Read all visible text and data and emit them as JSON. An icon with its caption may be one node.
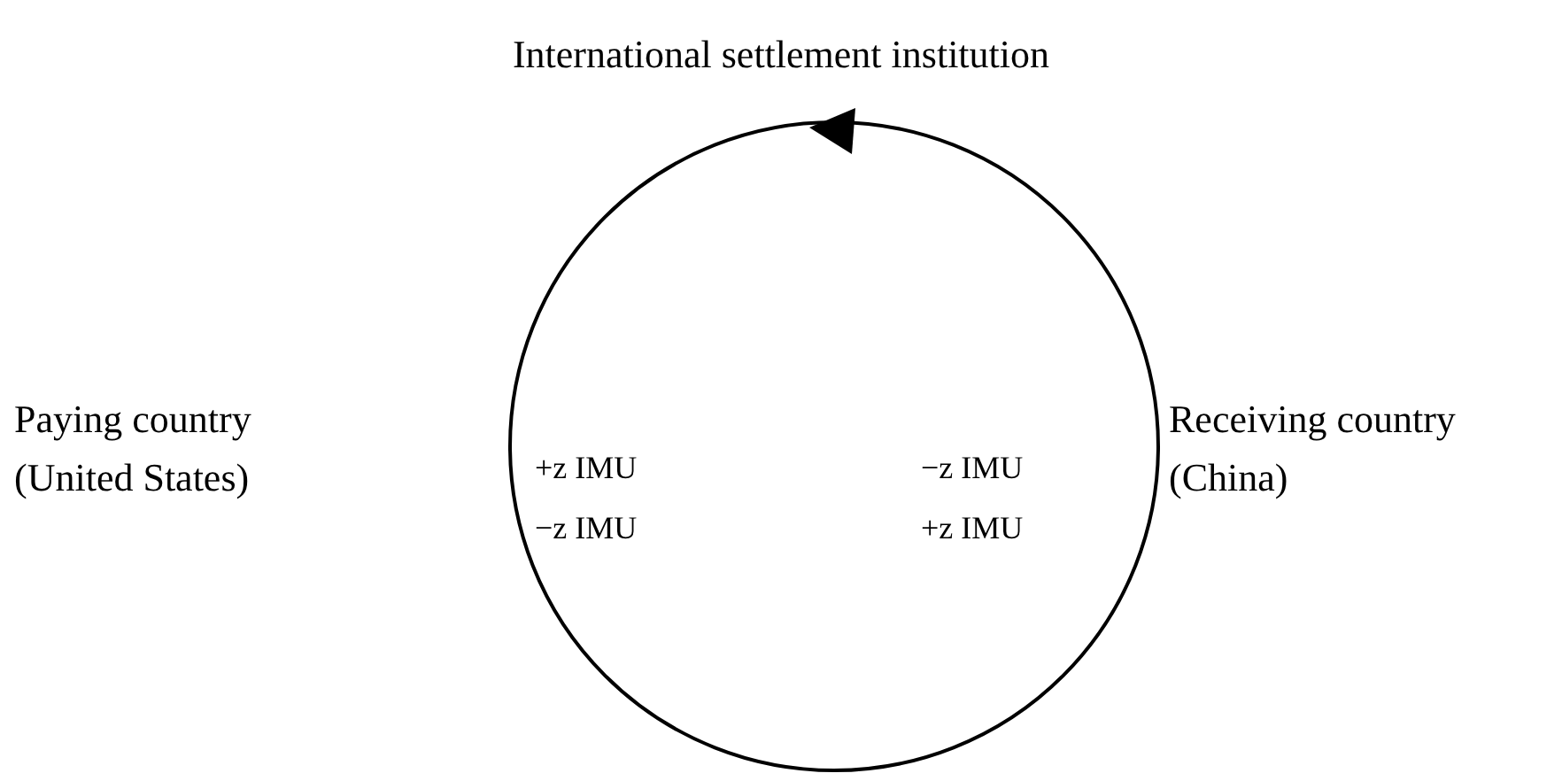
{
  "diagram": {
    "nodes": [
      {
        "text": [
          "+z IMU",
          "−z IMU",
          "−z IMU",
          "+z IMU"
        ]
      }
    ],
    "labels": [
      "International settlement institution",
      "Paying country (United States)",
      "Receiving country (China)"
    ]
  }
}
